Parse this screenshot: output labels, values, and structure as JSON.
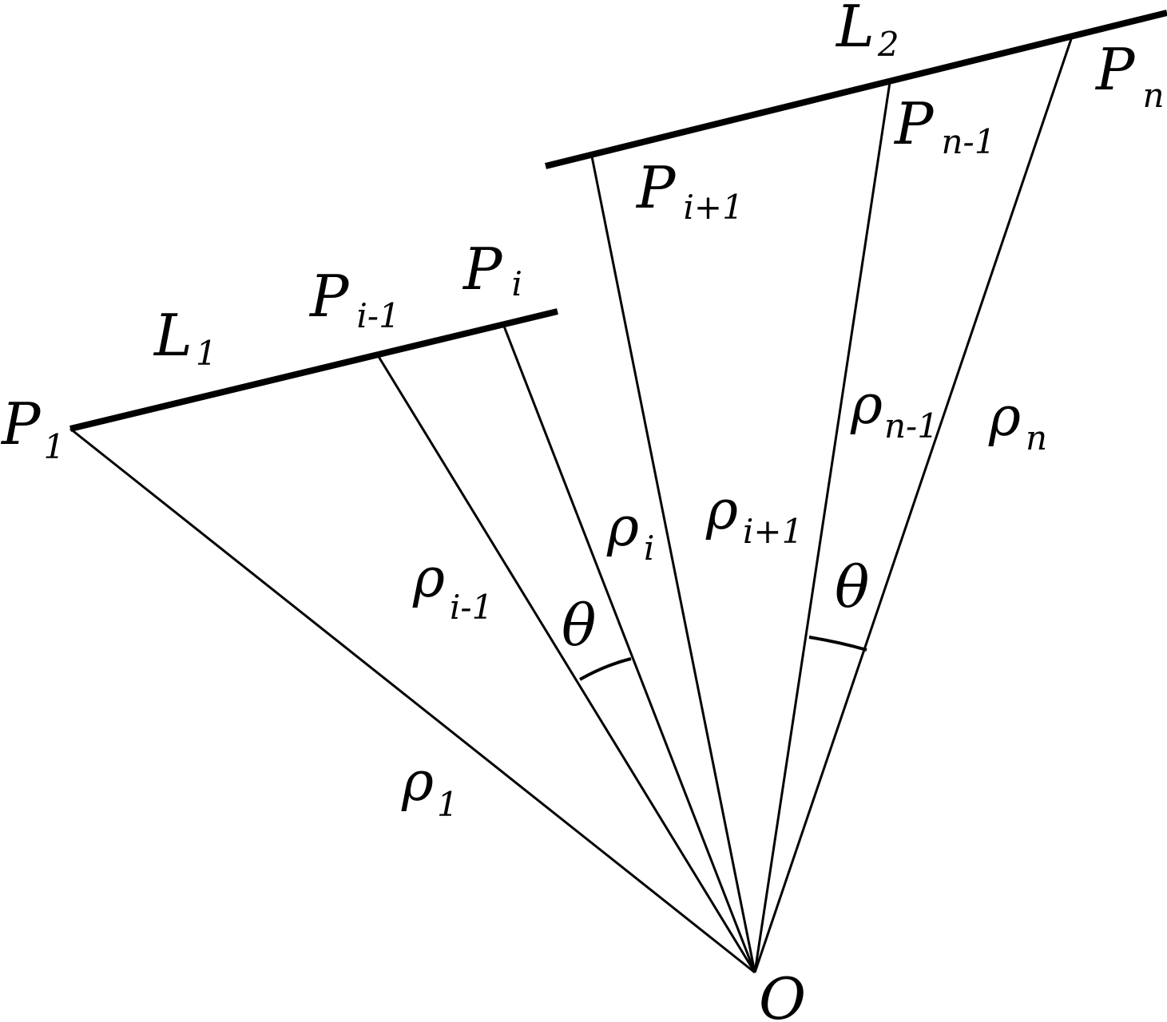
{
  "lines": {
    "L1": {
      "letter": "L",
      "sub": "1"
    },
    "L2": {
      "letter": "L",
      "sub": "2"
    }
  },
  "points": {
    "P1": {
      "letter": "P",
      "sub": "1"
    },
    "Pim1": {
      "letter": "P",
      "sub": "i-1"
    },
    "Pi": {
      "letter": "P",
      "sub": "i"
    },
    "Pip1": {
      "letter": "P",
      "sub": "i+1"
    },
    "Pnm1": {
      "letter": "P",
      "sub": "n-1"
    },
    "Pn": {
      "letter": "P",
      "sub": "n"
    },
    "O": {
      "letter": "O"
    }
  },
  "rays": {
    "rho1": {
      "letter": "ρ",
      "sub": "1"
    },
    "rhoim1": {
      "letter": "ρ",
      "sub": "i-1"
    },
    "rhoi": {
      "letter": "ρ",
      "sub": "i"
    },
    "rhoip1": {
      "letter": "ρ",
      "sub": "i+1"
    },
    "rhonm1": {
      "letter": "ρ",
      "sub": "n-1"
    },
    "rhon": {
      "letter": "ρ",
      "sub": "n"
    }
  },
  "angles": {
    "theta_left": "θ",
    "theta_right": "θ"
  }
}
